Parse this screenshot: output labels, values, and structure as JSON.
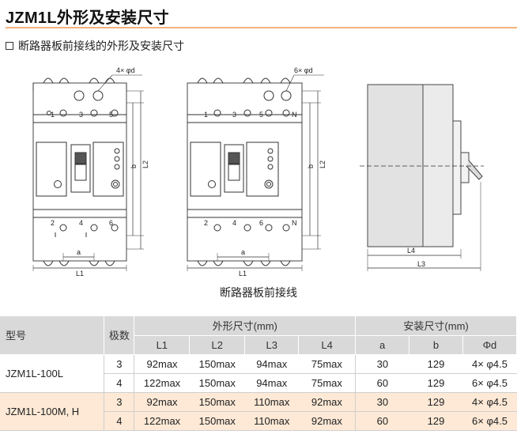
{
  "title": "JZM1L外形及安装尺寸",
  "subtitle": "断路器板前接线的外形及安装尺寸",
  "caption": "断路器板前接线",
  "drawing": {
    "hole_label_3p": "4× φd",
    "hole_label_4p": "6× φd",
    "terminals_top_3p": [
      "1",
      "3",
      "5"
    ],
    "terminals_bottom_3p": [
      "2",
      "4",
      "6"
    ],
    "terminals_top_4p": [
      "1",
      "3",
      "5",
      "N"
    ],
    "terminals_bottom_4p": [
      "2",
      "4",
      "6",
      "N"
    ],
    "dim_a": "a",
    "dim_b": "b",
    "dim_L1": "L1",
    "dim_L2": "L2",
    "dim_L3": "L3",
    "dim_L4": "L4"
  },
  "table": {
    "header": {
      "model": "型号",
      "poles": "极数",
      "outline": "外形尺寸(mm)",
      "mount": "安装尺寸(mm)",
      "cols": [
        "L1",
        "L2",
        "L3",
        "L4",
        "a",
        "b",
        "Φd"
      ]
    },
    "rows": [
      {
        "model": "JZM1L-100L",
        "poles": "3",
        "L1": "92max",
        "L2": "150max",
        "L3": "94max",
        "L4": "75max",
        "a": "30",
        "b": "129",
        "d": "4× φ4.5"
      },
      {
        "model": "",
        "poles": "4",
        "L1": "122max",
        "L2": "150max",
        "L3": "94max",
        "L4": "75max",
        "a": "60",
        "b": "129",
        "d": "6× φ4.5"
      },
      {
        "model": "JZM1L-100M, H",
        "poles": "3",
        "L1": "92max",
        "L2": "150max",
        "L3": "110max",
        "L4": "92max",
        "a": "30",
        "b": "129",
        "d": "4× φ4.5"
      },
      {
        "model": "",
        "poles": "4",
        "L1": "122max",
        "L2": "150max",
        "L3": "110max",
        "L4": "92max",
        "a": "60",
        "b": "129",
        "d": "6× φ4.5"
      }
    ]
  }
}
